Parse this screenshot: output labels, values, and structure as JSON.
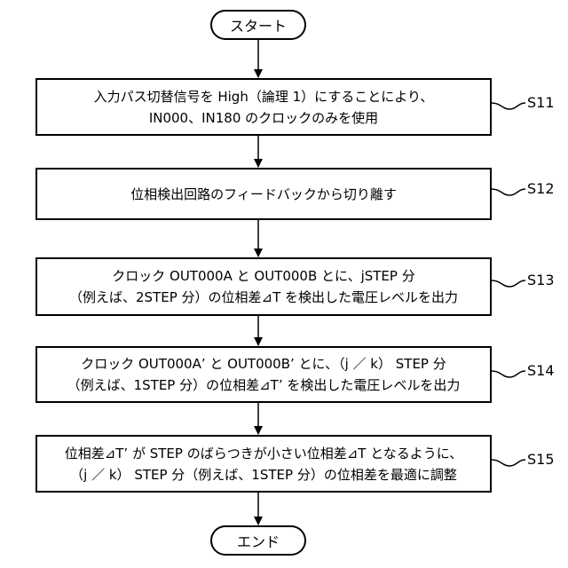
{
  "start": {
    "label": "スタート"
  },
  "end": {
    "label": "エンド"
  },
  "steps": [
    {
      "id": "S11",
      "lines": [
        "入力パス切替信号を High（論理 1）にすることにより、",
        "IN000、IN180 のクロックのみを使用"
      ]
    },
    {
      "id": "S12",
      "lines": [
        "位相検出回路のフィードバックから切り離す"
      ]
    },
    {
      "id": "S13",
      "lines": [
        "クロック OUT000A と OUT000B とに、jSTEP 分",
        "（例えば、2STEP 分）の位相差⊿T を検出した電圧レベルを出力"
      ]
    },
    {
      "id": "S14",
      "lines": [
        "クロック OUT000A’ と OUT000B’ とに、（j ／ k） STEP 分",
        "（例えば、1STEP 分）の位相差⊿T’ を検出した電圧レベルを出力"
      ]
    },
    {
      "id": "S15",
      "lines": [
        "位相差⊿T’ が STEP のばらつきが小さい位相差⊿T となるように、",
        "（j ／ k） STEP 分（例えば、1STEP 分）の位相差を最適に調整"
      ]
    }
  ]
}
